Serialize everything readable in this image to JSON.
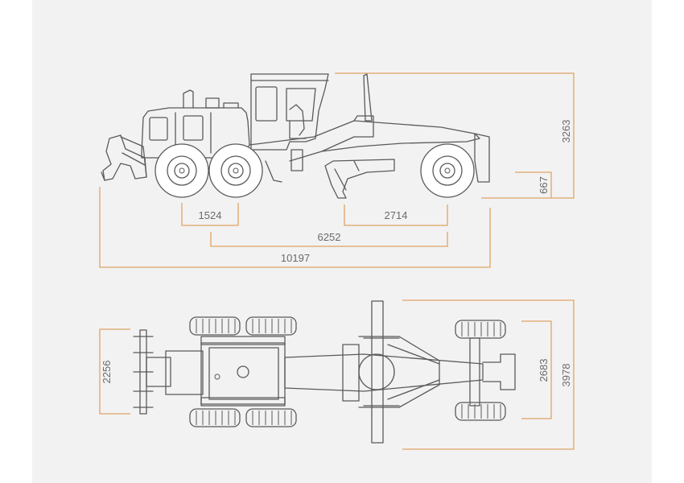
{
  "colors": {
    "background": "#f2f2f2",
    "line": "#5a5a5a",
    "dimension_line": "#e0a465",
    "dimension_text": "#6a6a6a"
  },
  "side_view": {
    "dimensions": {
      "wheelbase_rear": "1524",
      "front_to_tandem": "2714",
      "wheelbase": "6252",
      "overall_length": "10197",
      "overall_height": "3263",
      "ground_clearance": "667"
    }
  },
  "top_view": {
    "dimensions": {
      "rear_track": "2256",
      "front_track": "2683",
      "blade_width": "3978"
    }
  }
}
